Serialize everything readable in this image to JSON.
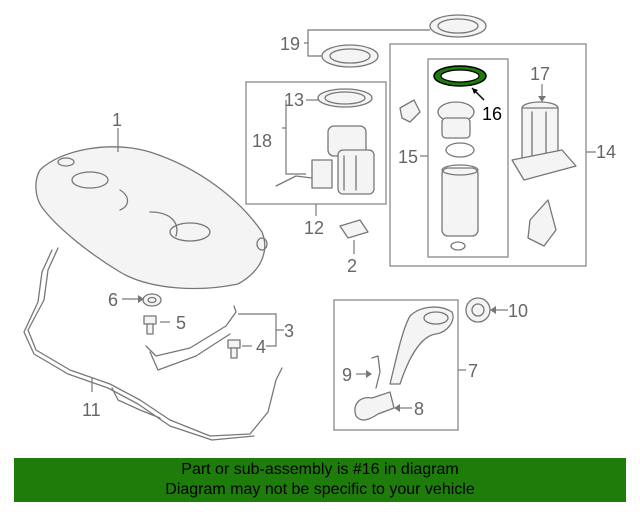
{
  "labels": {
    "p1": "1",
    "p2": "2",
    "p3": "3",
    "p4": "4",
    "p5": "5",
    "p6": "6",
    "p7": "7",
    "p8": "8",
    "p9": "9",
    "p10": "10",
    "p11": "11",
    "p12": "12",
    "p13": "13",
    "p14": "14",
    "p15": "15",
    "p16": "16",
    "p17": "17",
    "p18": "18",
    "p19": "19"
  },
  "highlight_part": "16",
  "colors": {
    "highlight": "#1e7d0a",
    "banner": "#1e7d0a",
    "line": "#777777"
  },
  "banner": {
    "line1": "Part or sub-assembly is #16 in diagram",
    "line2": "Diagram may not be specific to your vehicle"
  }
}
